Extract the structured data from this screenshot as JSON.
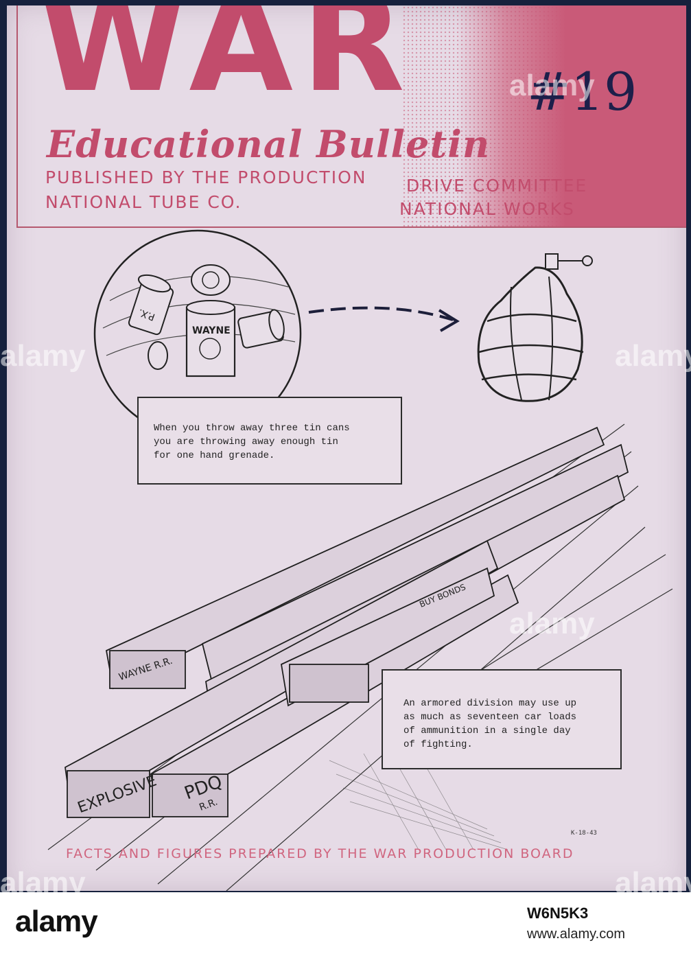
{
  "header": {
    "title": "WAR",
    "issue": "#19",
    "subtitle": "Educational Bulletin",
    "publisher_line1_left": "PUBLISHED BY THE PRODUCTION",
    "publisher_line1_right": "DRIVE COMMITTEE",
    "publisher_line2_left": "NATIONAL TUBE CO.",
    "publisher_line2_right": "NATIONAL WORKS"
  },
  "panel_one": {
    "caption_lines": [
      "When you throw away three tin cans",
      "you are throwing away enough tin",
      "for one hand grenade."
    ],
    "can_labels": [
      "WAYNE",
      "P.X."
    ]
  },
  "panel_two": {
    "caption_lines": [
      "An armored division may use up",
      "as much as seventeen car loads",
      "of ammunition in a single day",
      "of fighting."
    ],
    "car_labels": [
      "WAYNE R.R.",
      "EXPLOSIVE",
      "PDQ",
      "R.R.",
      "BUY BONDS"
    ]
  },
  "footer": "FACTS AND FIGURES PREPARED BY THE WAR PRODUCTION BOARD",
  "signature": "K-18-43",
  "watermark": "alamy",
  "stock_bar": {
    "logo": "alamy",
    "image_id": "W6N5K3",
    "url": "www.alamy.com"
  },
  "colors": {
    "accent_pink": "#c24c6c",
    "paper": "#e6dbe6",
    "ink": "#1d1f4a",
    "frame": "#16213d"
  }
}
